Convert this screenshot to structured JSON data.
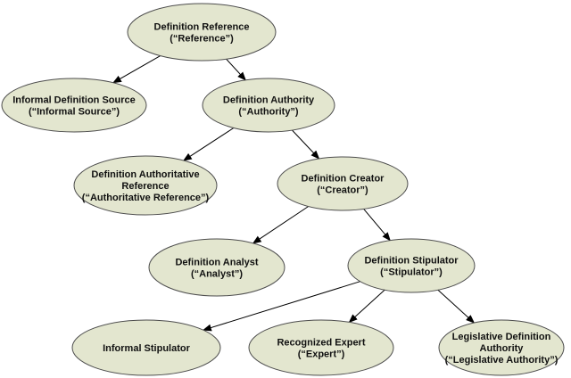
{
  "diagram": {
    "nodes": [
      {
        "id": "reference",
        "lines": [
          "Definition Reference",
          "(“Reference”)"
        ]
      },
      {
        "id": "informal-source",
        "lines": [
          "Informal Definition Source",
          "(“Informal Source”)"
        ]
      },
      {
        "id": "authority",
        "lines": [
          "Definition Authority",
          "(“Authority”)"
        ]
      },
      {
        "id": "authoritative-reference",
        "lines": [
          "Definition Authoritative",
          "Reference",
          "(“Authoritative Reference”)"
        ]
      },
      {
        "id": "creator",
        "lines": [
          "Definition Creator",
          "(“Creator”)"
        ]
      },
      {
        "id": "analyst",
        "lines": [
          "Definition Analyst",
          "(“Analyst”)"
        ]
      },
      {
        "id": "stipulator",
        "lines": [
          "Definition Stipulator",
          "(“Stipulator”)"
        ]
      },
      {
        "id": "informal-stipulator",
        "lines": [
          "Informal Stipulator"
        ]
      },
      {
        "id": "expert",
        "lines": [
          "Recognized Expert",
          "(“Expert”)"
        ]
      },
      {
        "id": "legislative-authority",
        "lines": [
          "Legislative Definition",
          "Authority",
          "(“Legislative Authority”)"
        ]
      }
    ],
    "edges": [
      {
        "from": "reference",
        "to": "informal-source"
      },
      {
        "from": "reference",
        "to": "authority"
      },
      {
        "from": "authority",
        "to": "authoritative-reference"
      },
      {
        "from": "authority",
        "to": "creator"
      },
      {
        "from": "creator",
        "to": "analyst"
      },
      {
        "from": "creator",
        "to": "stipulator"
      },
      {
        "from": "stipulator",
        "to": "informal-stipulator"
      },
      {
        "from": "stipulator",
        "to": "expert"
      },
      {
        "from": "stipulator",
        "to": "legislative-authority"
      }
    ]
  }
}
